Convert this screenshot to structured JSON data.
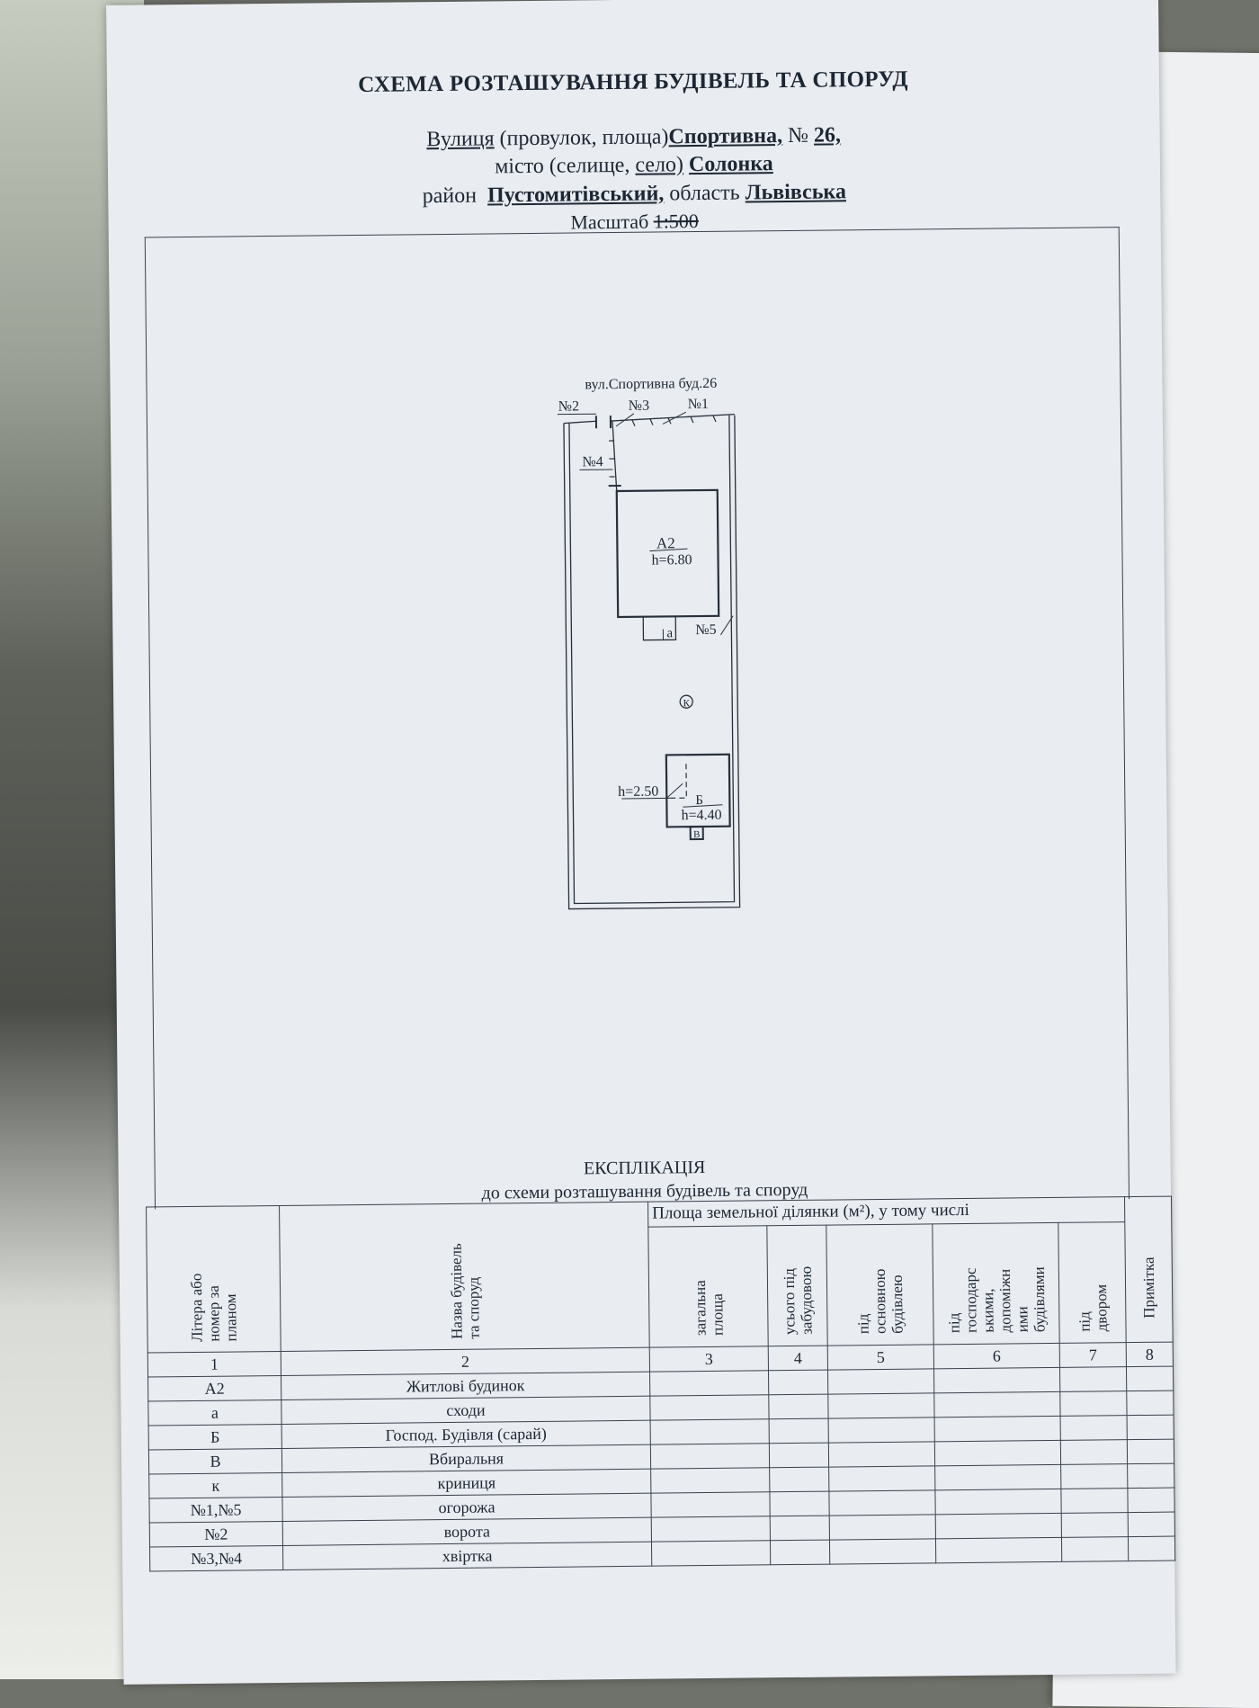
{
  "header": {
    "title": "СХЕМА РОЗТАШУВАННЯ БУДІВЕЛЬ ТА СПОРУД",
    "street_label": "Вулиця",
    "street_paren": "(провулок, площа)",
    "street_value": "Спортивна,",
    "number_label": "№",
    "number_value": "26,",
    "city_label": "місто (селище,",
    "city_village": "село)",
    "city_value": "Солонка",
    "district_label": "район",
    "district_value": "Пустомитівський,",
    "region_label": "область",
    "region_value": "Львівська",
    "scale_label": "Масштаб",
    "scale_value": "1:500"
  },
  "plan": {
    "street_caption": "вул.Спортивна буд.26",
    "labels": {
      "n1": "№1",
      "n2": "№2",
      "n3": "№3",
      "n4": "№4",
      "n5": "№5",
      "house": "А2",
      "house_h": "h=6.80",
      "stairs": "а",
      "well": "К",
      "shed": "Б",
      "shed_h": "h=4.40",
      "shed_h2": "h=2.50",
      "toilet": "В"
    }
  },
  "explication": {
    "title": "ЕКСПЛІКАЦІЯ",
    "subtitle": "до схеми розташування будівель та споруд",
    "headers": {
      "col1": "Літера або\nномер за\nпланом",
      "col2": "Назва будівель\nта споруд",
      "area_group": "Площа земельної ділянки (м²), у тому числі",
      "col3": "загальна\nплоща",
      "col4": "усього під\nзабудовою",
      "col5": "під\nосновною\nбудівлею",
      "col6": "під\nгосподарс\nькими,\nдопоміжн\nими\nбудівлями",
      "col7": "під\nдвором",
      "col8": "Примітка"
    },
    "col_numbers": [
      "1",
      "2",
      "3",
      "4",
      "5",
      "6",
      "7",
      "8"
    ],
    "rows": [
      {
        "code": "А2",
        "name": "Житлові будинок"
      },
      {
        "code": "а",
        "name": "сходи"
      },
      {
        "code": "Б",
        "name": "Господ. Будівля (сарай)"
      },
      {
        "code": "В",
        "name": "Вбиральня"
      },
      {
        "code": "к",
        "name": "криниця"
      },
      {
        "code": "№1,№5",
        "name": "огорожа"
      },
      {
        "code": "№2",
        "name": "ворота"
      },
      {
        "code": "№3,№4",
        "name": "хвіртка"
      }
    ]
  }
}
